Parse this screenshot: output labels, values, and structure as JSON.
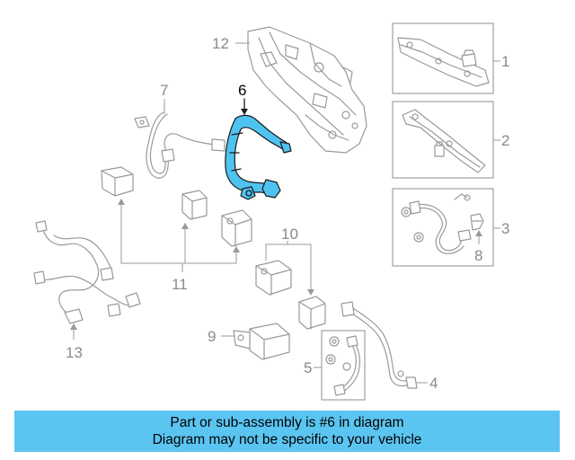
{
  "diagram": {
    "callouts": [
      "1",
      "2",
      "3",
      "4",
      "5",
      "6",
      "7",
      "8",
      "9",
      "10",
      "11",
      "12",
      "13"
    ],
    "highlighted_part": "6"
  },
  "banner": {
    "line1": "Part or sub-assembly is #6 in diagram",
    "line2": "Diagram may not be specific to your vehicle"
  },
  "colors": {
    "highlight": "#4fc3f0",
    "banner": "#5bc5f2",
    "line_art": "#9a9a9a"
  }
}
